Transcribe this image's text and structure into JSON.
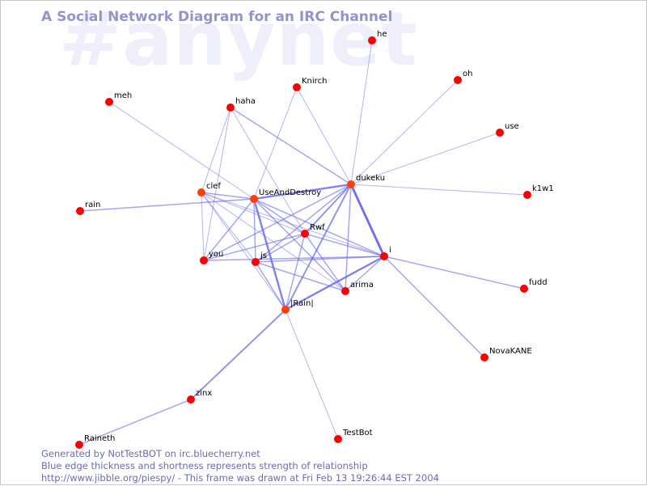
{
  "watermark": "#anynet",
  "title": "A Social Network Diagram for an IRC Channel",
  "footer": {
    "line1": "Generated by NotTestBOT on irc.bluecherry.net",
    "line2": "Blue edge thickness and shortness represents strength of relationship",
    "line3": "http://www.jibble.org/piespy/ - This frame was drawn at Fri Feb 13 19:26:44 EST 2004"
  },
  "colors": {
    "node": "#ff0000",
    "node_active": "#ff4000",
    "edge": "#6666ee",
    "title": "#9393d0",
    "watermark": "#efeffb"
  },
  "nodes": [
    {
      "id": "he",
      "label": "he"
    },
    {
      "id": "oh",
      "label": "oh"
    },
    {
      "id": "meh",
      "label": "meh"
    },
    {
      "id": "Knirch",
      "label": "Knirch"
    },
    {
      "id": "haha",
      "label": "haha"
    },
    {
      "id": "use",
      "label": "use"
    },
    {
      "id": "dukeku",
      "label": "dukeku",
      "active": true
    },
    {
      "id": "clef",
      "label": "clef",
      "active": true
    },
    {
      "id": "UseAndDestroy",
      "label": "UseAndDestroy",
      "active": true
    },
    {
      "id": "k1w1",
      "label": "k1w1"
    },
    {
      "id": "rain",
      "label": "rain"
    },
    {
      "id": "Rwf",
      "label": "Rwf"
    },
    {
      "id": "i",
      "label": "i"
    },
    {
      "id": "you",
      "label": "you"
    },
    {
      "id": "js",
      "label": "js"
    },
    {
      "id": "arima",
      "label": "arima"
    },
    {
      "id": "fudd",
      "label": "fudd"
    },
    {
      "id": "Rain",
      "label": "|Rain|",
      "active": true
    },
    {
      "id": "NovaKANE",
      "label": "NovaKANE"
    },
    {
      "id": "zinx",
      "label": "zinx"
    },
    {
      "id": "Raineth",
      "label": "Raineth"
    },
    {
      "id": "TestBot",
      "label": "TestBot"
    }
  ],
  "edges": [
    {
      "from": "he",
      "to": "dukeku",
      "strength": 1
    },
    {
      "from": "oh",
      "to": "dukeku",
      "strength": 1
    },
    {
      "from": "use",
      "to": "dukeku",
      "strength": 1
    },
    {
      "from": "k1w1",
      "to": "dukeku",
      "strength": 1
    },
    {
      "from": "meh",
      "to": "UseAndDestroy",
      "strength": 1
    },
    {
      "from": "Knirch",
      "to": "dukeku",
      "strength": 1
    },
    {
      "from": "Knirch",
      "to": "UseAndDestroy",
      "strength": 1
    },
    {
      "from": "haha",
      "to": "dukeku",
      "strength": 2
    },
    {
      "from": "haha",
      "to": "clef",
      "strength": 1
    },
    {
      "from": "haha",
      "to": "Rwf",
      "strength": 1
    },
    {
      "from": "haha",
      "to": "you",
      "strength": 1
    },
    {
      "from": "rain",
      "to": "UseAndDestroy",
      "strength": 2
    },
    {
      "from": "clef",
      "to": "UseAndDestroy",
      "strength": 2
    },
    {
      "from": "clef",
      "to": "you",
      "strength": 1
    },
    {
      "from": "clef",
      "to": "Rwf",
      "strength": 1
    },
    {
      "from": "clef",
      "to": "i",
      "strength": 1
    },
    {
      "from": "clef",
      "to": "js",
      "strength": 1
    },
    {
      "from": "clef",
      "to": "Rain",
      "strength": 1
    },
    {
      "from": "clef",
      "to": "arima",
      "strength": 1
    },
    {
      "from": "UseAndDestroy",
      "to": "dukeku",
      "strength": 4
    },
    {
      "from": "UseAndDestroy",
      "to": "Rwf",
      "strength": 2
    },
    {
      "from": "UseAndDestroy",
      "to": "i",
      "strength": 2
    },
    {
      "from": "UseAndDestroy",
      "to": "Rain",
      "strength": 4
    },
    {
      "from": "UseAndDestroy",
      "to": "js",
      "strength": 2
    },
    {
      "from": "UseAndDestroy",
      "to": "you",
      "strength": 2
    },
    {
      "from": "UseAndDestroy",
      "to": "arima",
      "strength": 2
    },
    {
      "from": "dukeku",
      "to": "i",
      "strength": 5
    },
    {
      "from": "dukeku",
      "to": "Rwf",
      "strength": 3
    },
    {
      "from": "dukeku",
      "to": "Rain",
      "strength": 3
    },
    {
      "from": "dukeku",
      "to": "js",
      "strength": 2
    },
    {
      "from": "dukeku",
      "to": "arima",
      "strength": 2
    },
    {
      "from": "dukeku",
      "to": "you",
      "strength": 2
    },
    {
      "from": "Rwf",
      "to": "i",
      "strength": 2
    },
    {
      "from": "Rwf",
      "to": "Rain",
      "strength": 2
    },
    {
      "from": "Rwf",
      "to": "js",
      "strength": 2
    },
    {
      "from": "Rwf",
      "to": "you",
      "strength": 2
    },
    {
      "from": "Rwf",
      "to": "arima",
      "strength": 2
    },
    {
      "from": "i",
      "to": "Rain",
      "strength": 4
    },
    {
      "from": "i",
      "to": "js",
      "strength": 2
    },
    {
      "from": "i",
      "to": "you",
      "strength": 2
    },
    {
      "from": "i",
      "to": "arima",
      "strength": 2
    },
    {
      "from": "i",
      "to": "fudd",
      "strength": 2
    },
    {
      "from": "i",
      "to": "NovaKANE",
      "strength": 2
    },
    {
      "from": "js",
      "to": "Rain",
      "strength": 2
    },
    {
      "from": "js",
      "to": "arima",
      "strength": 2
    },
    {
      "from": "Rain",
      "to": "zinx",
      "strength": 3
    },
    {
      "from": "Rain",
      "to": "TestBot",
      "strength": 1
    },
    {
      "from": "zinx",
      "to": "Raineth",
      "strength": 2
    }
  ]
}
